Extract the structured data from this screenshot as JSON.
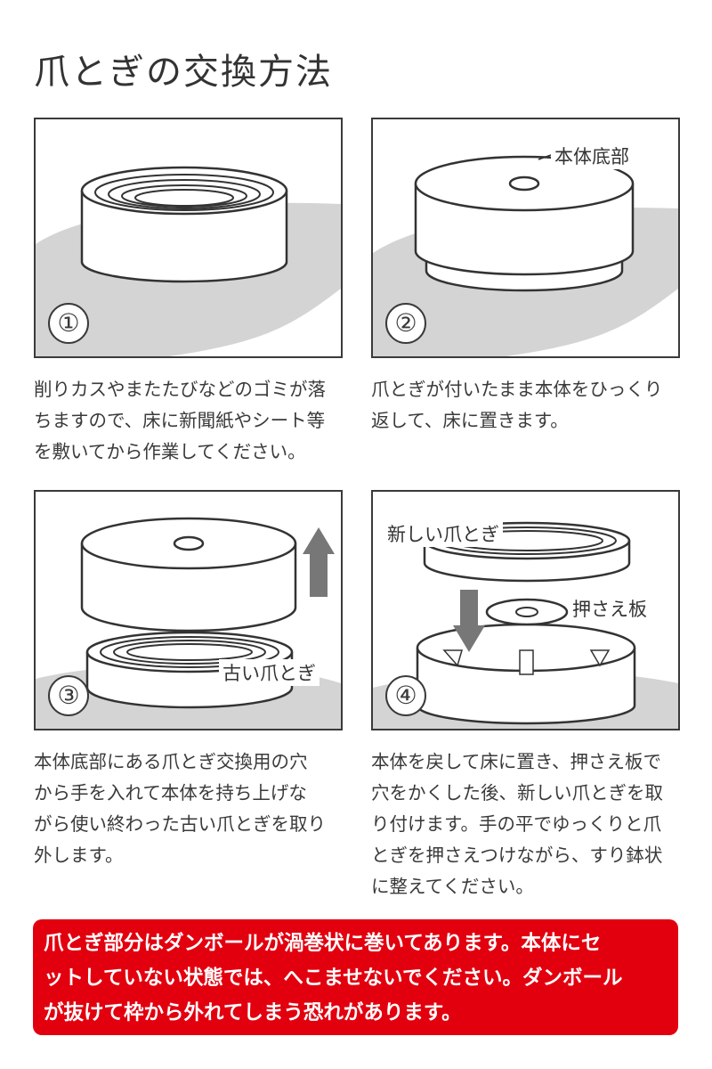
{
  "title": "爪とぎの交換方法",
  "steps": [
    {
      "number": "①",
      "labels": [],
      "description": [
        "削りカスやまたたびなどのゴミが落",
        "ちますので、床に新聞紙やシート等",
        "を敷いてから作業してください。"
      ]
    },
    {
      "number": "②",
      "labels": [
        "本体底部"
      ],
      "description": [
        "爪とぎが付いたまま本体をひっくり",
        "返して、床に置きます。"
      ]
    },
    {
      "number": "③",
      "labels": [
        "古い爪とぎ"
      ],
      "description": [
        "本体底部にある爪とぎ交換用の穴",
        "から手を入れて本体を持ち上げな",
        "がら使い終わった古い爪とぎを取り",
        "外します。"
      ]
    },
    {
      "number": "④",
      "labels": [
        "新しい爪とぎ",
        "押さえ板"
      ],
      "description": [
        "本体を戻して床に置き、押さえ板で",
        "穴をかくした後、新しい爪とぎを取",
        "り付けます。手の平でゆっくりと爪",
        "とぎを押さえつけながら、すり鉢状",
        "に整えてください。"
      ]
    }
  ],
  "warning": [
    "爪とぎ部分はダンボールが渦巻状に巻いてあります。本体にセ",
    "ットしていない状態では、へこませないでください。ダンボール",
    "が抜けて枠から外れてしまう恐れがあります。"
  ],
  "colors": {
    "warning_bg": "#e2000f",
    "floor": "#d4d4d4",
    "arrow": "#777777"
  }
}
